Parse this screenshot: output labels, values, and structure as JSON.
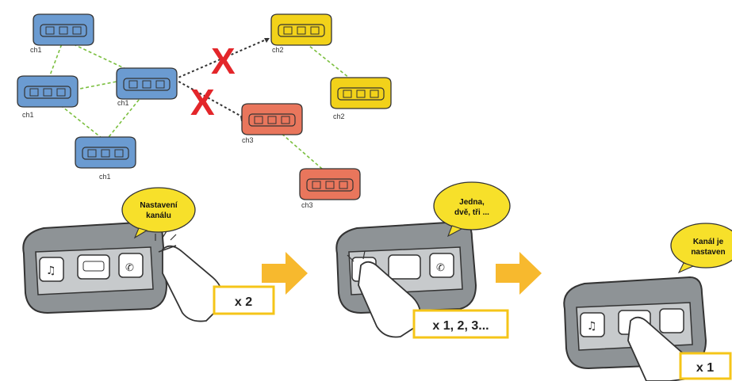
{
  "network": {
    "units": [
      {
        "id": "u1",
        "label": "ch1",
        "color": "blue"
      },
      {
        "id": "u2",
        "label": "ch1",
        "color": "blue"
      },
      {
        "id": "u3",
        "label": "ch1",
        "color": "blue"
      },
      {
        "id": "u4",
        "label": "ch1",
        "color": "blue"
      },
      {
        "id": "u5",
        "label": "ch2",
        "color": "yellow"
      },
      {
        "id": "u6",
        "label": "ch2",
        "color": "yellow"
      },
      {
        "id": "u7",
        "label": "ch3",
        "color": "red"
      },
      {
        "id": "u8",
        "label": "ch3",
        "color": "red"
      }
    ],
    "blocked_mark": "X"
  },
  "steps": [
    {
      "bubble": [
        "Nastavení",
        "kanálu"
      ],
      "tap": "x 2"
    },
    {
      "bubble": [
        "Jedna,",
        "dvě, tři ..."
      ],
      "tap": "x 1, 2, 3..."
    },
    {
      "bubble": [
        "Kanál je",
        "nastaven"
      ],
      "tap": "x 1"
    }
  ],
  "colors": {
    "blue": "#6b9bd1",
    "yellow": "#f2d21a",
    "red": "#e9765c",
    "arrow": "#f7b92e",
    "bubble": "#f7e02a",
    "cross": "#e3262a",
    "link": "#7bbf3f",
    "device": "#8e9396"
  }
}
